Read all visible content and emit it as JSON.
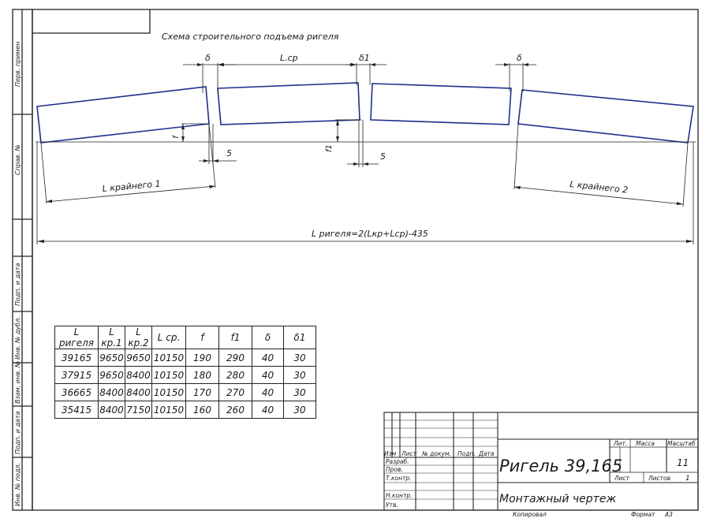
{
  "side_labels": [
    "Перв. примен",
    "Справ. №",
    "Подп. и дата",
    "Инв. № дубл.",
    "Взам. инв. №",
    "Подп. и дата",
    "Инв. № подл."
  ],
  "scheme": {
    "title": "Схема строительного подъема ригеля",
    "labels": {
      "delta_left": "δ",
      "l_sr": "L.cp",
      "delta1": "δ1",
      "delta_right": "δ",
      "f": "f",
      "five_left": "5",
      "f1": "f1",
      "five_right": "5",
      "l_kr1": "L крайнего 1",
      "l_kr2": "L крайнего 2",
      "l_rigel": "L ригеля=2(Lкр+Lср)-435"
    }
  },
  "table": {
    "headers": [
      "L ригеля",
      "L кр.1",
      "L кр.2",
      "L ср.",
      "f",
      "f1",
      "δ",
      "δ1"
    ],
    "rows": [
      [
        "39165",
        "9650",
        "9650",
        "10150",
        "190",
        "290",
        "40",
        "30"
      ],
      [
        "37915",
        "9650",
        "8400",
        "10150",
        "180",
        "280",
        "40",
        "30"
      ],
      [
        "36665",
        "8400",
        "8400",
        "10150",
        "170",
        "270",
        "40",
        "30"
      ],
      [
        "35415",
        "8400",
        "7150",
        "10150",
        "160",
        "260",
        "40",
        "30"
      ]
    ]
  },
  "title_block": {
    "col_izm": "Изм",
    "col_list": "Лист",
    "col_doc": "№ докум.",
    "col_podp": "Подп.",
    "col_data": "Дата",
    "razrab": "Разраб.",
    "prov": "Пров.",
    "tkontr": "Т.контр.",
    "nkontr": "Н.контр.",
    "utv": "Утв.",
    "designation": "Ригель 39,165",
    "drawing_name": "Монтажный чертеж",
    "lit": "Лит.",
    "massa": "Масса",
    "masshtab": "Масштаб",
    "masshtab_value": "11",
    "sheet_label": "Лист",
    "sheets_label": "Листов",
    "sheets_value": "1",
    "kopiroval": "Копировал",
    "format": "Формат",
    "format_value": "А3"
  }
}
